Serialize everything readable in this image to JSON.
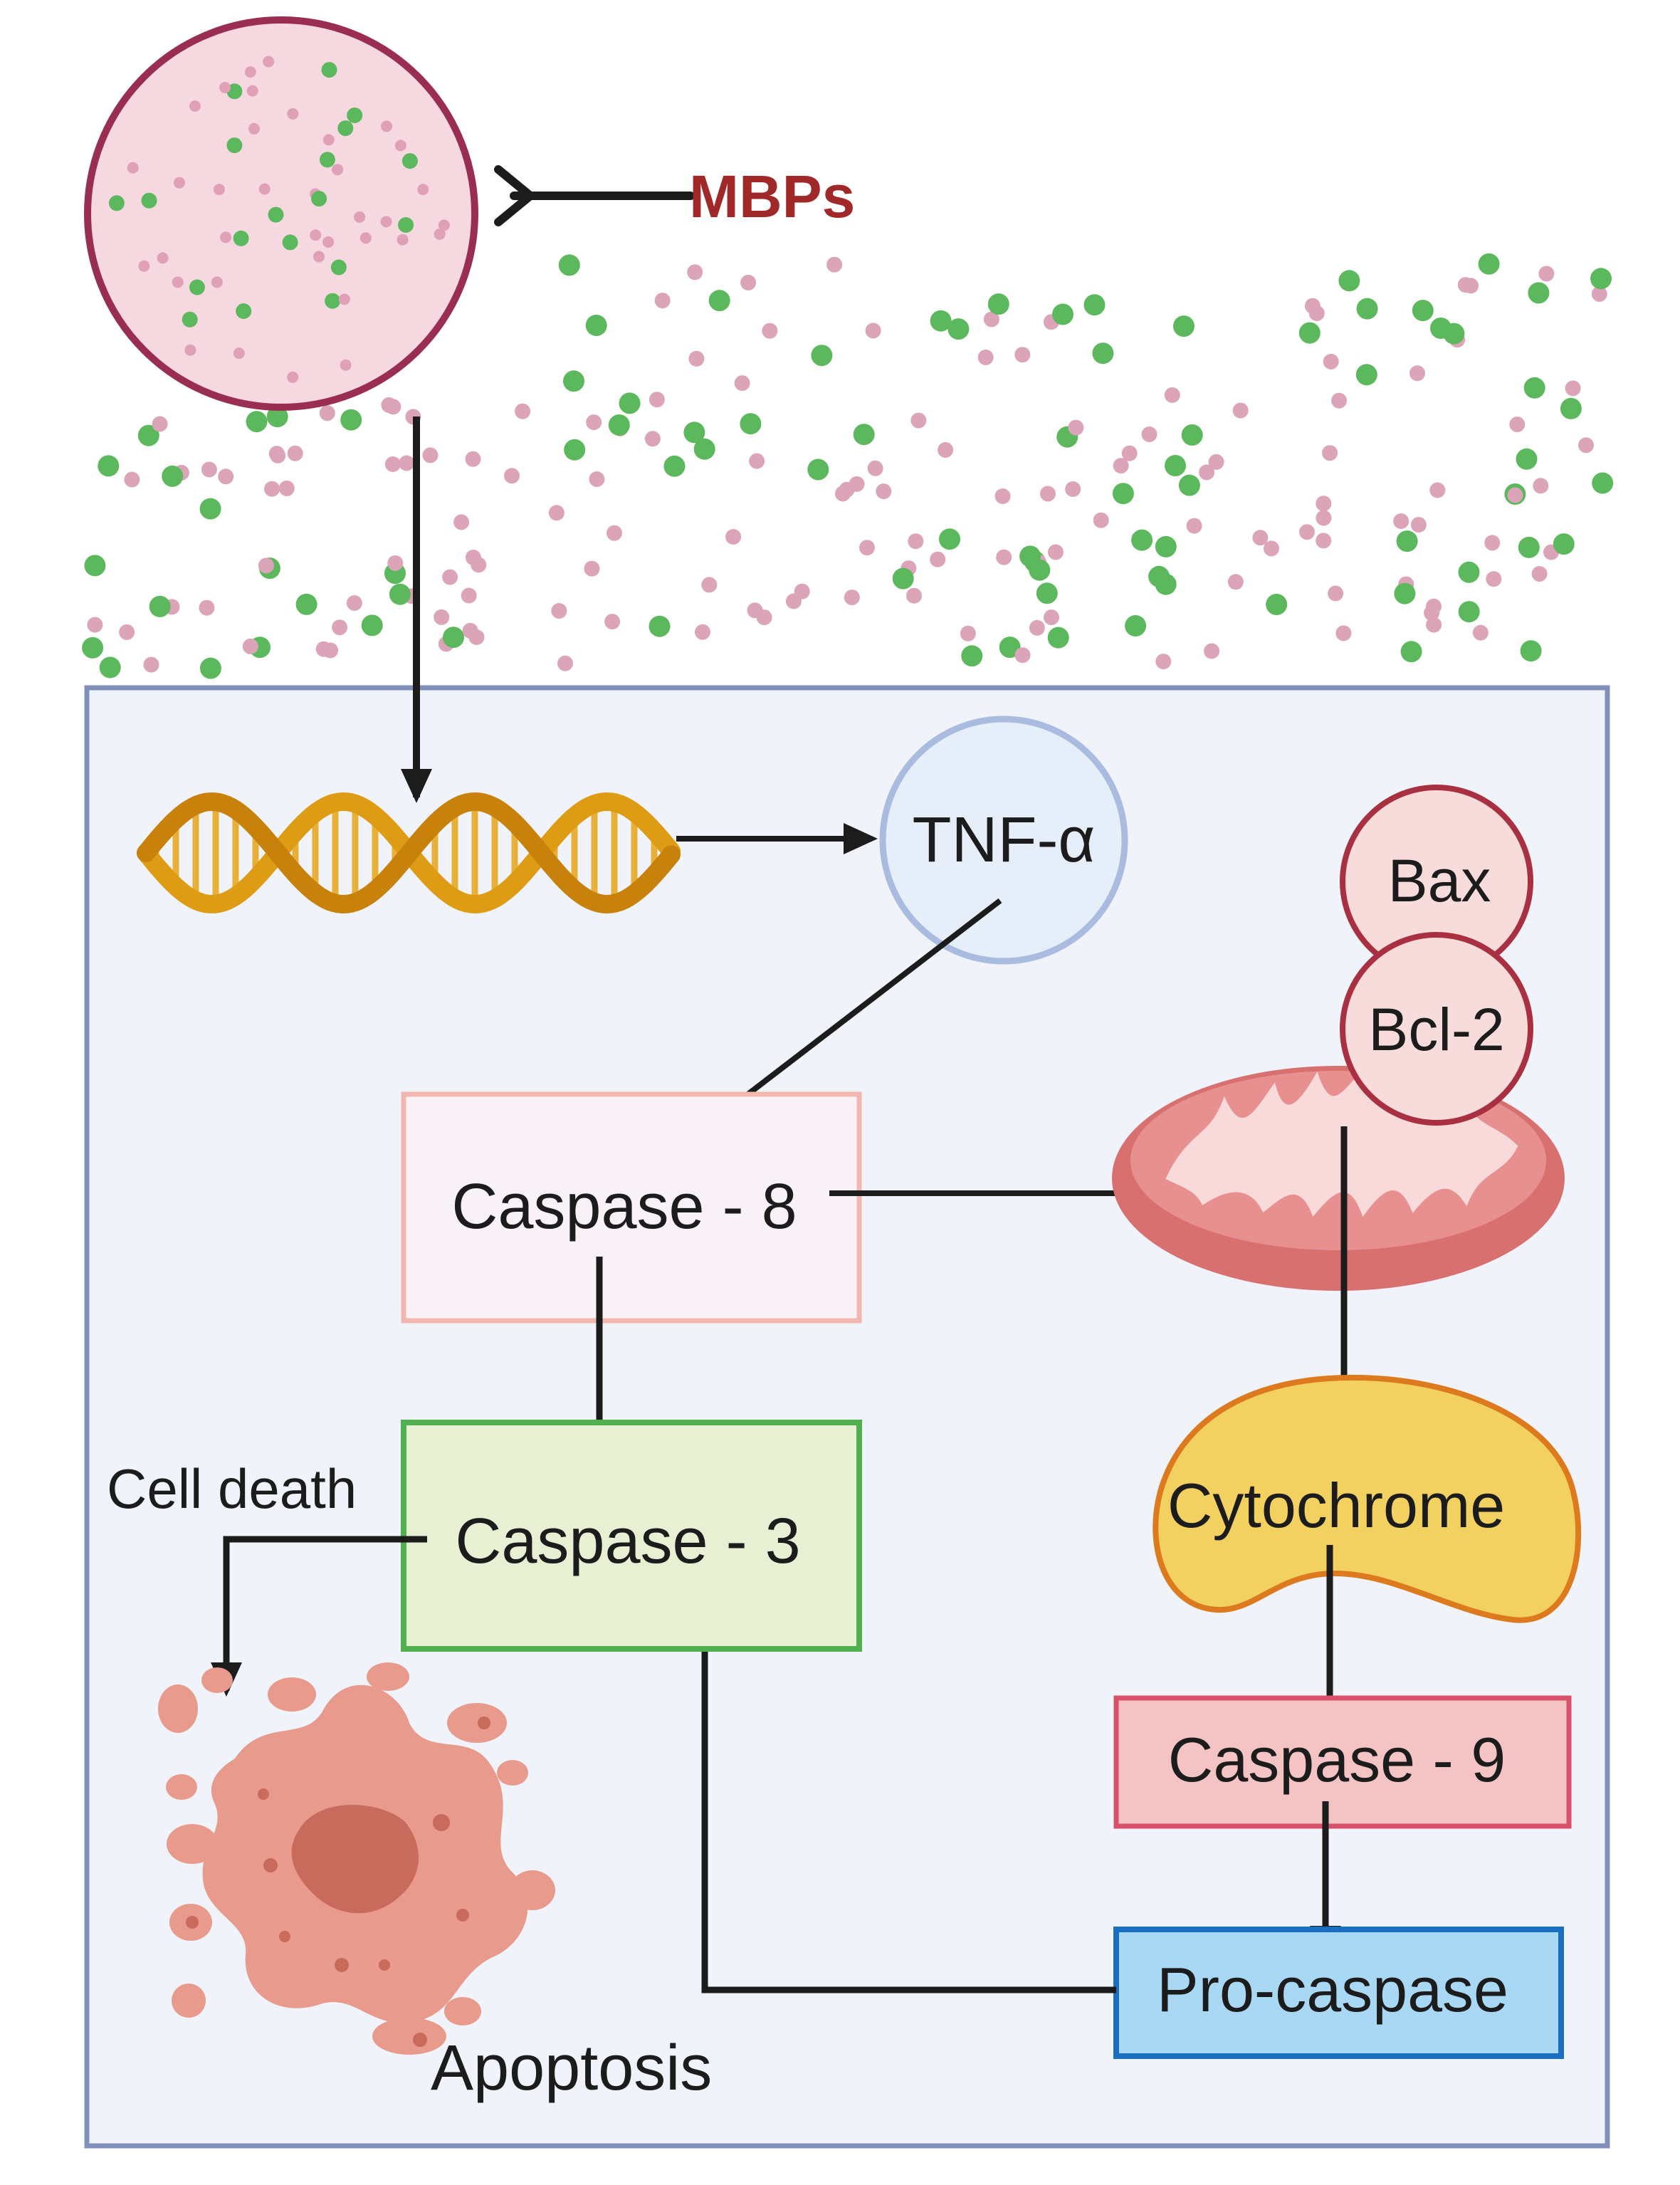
{
  "labels": {
    "mbps": "MBPs",
    "tnf": "TNF-α",
    "bax": "Bax",
    "bcl2": "Bcl-2",
    "caspase8": "Caspase - 8",
    "caspase3": "Caspase - 3",
    "cell_death": "Cell death",
    "cytochrome": "Cytochrome",
    "caspase9": "Caspase - 9",
    "procaspase": "Pro-caspase",
    "apoptosis": "Apoptosis"
  },
  "colors": {
    "cell_border": "#8090b8",
    "cell_fill": "#f0f4fa",
    "mbps_text": "#a02828",
    "arrow": "#1c1c1c",
    "particle_pink": "#dca4b8",
    "particle_green": "#5cb85c"
  },
  "icons": {
    "vesicle": "vesicle-icon",
    "inhibition": "inhibition-bar-icon",
    "dna": "dna-helix-icon",
    "mitochondrion": "mitochondrion-icon",
    "apoptotic_cell": "apoptotic-cell-icon"
  }
}
